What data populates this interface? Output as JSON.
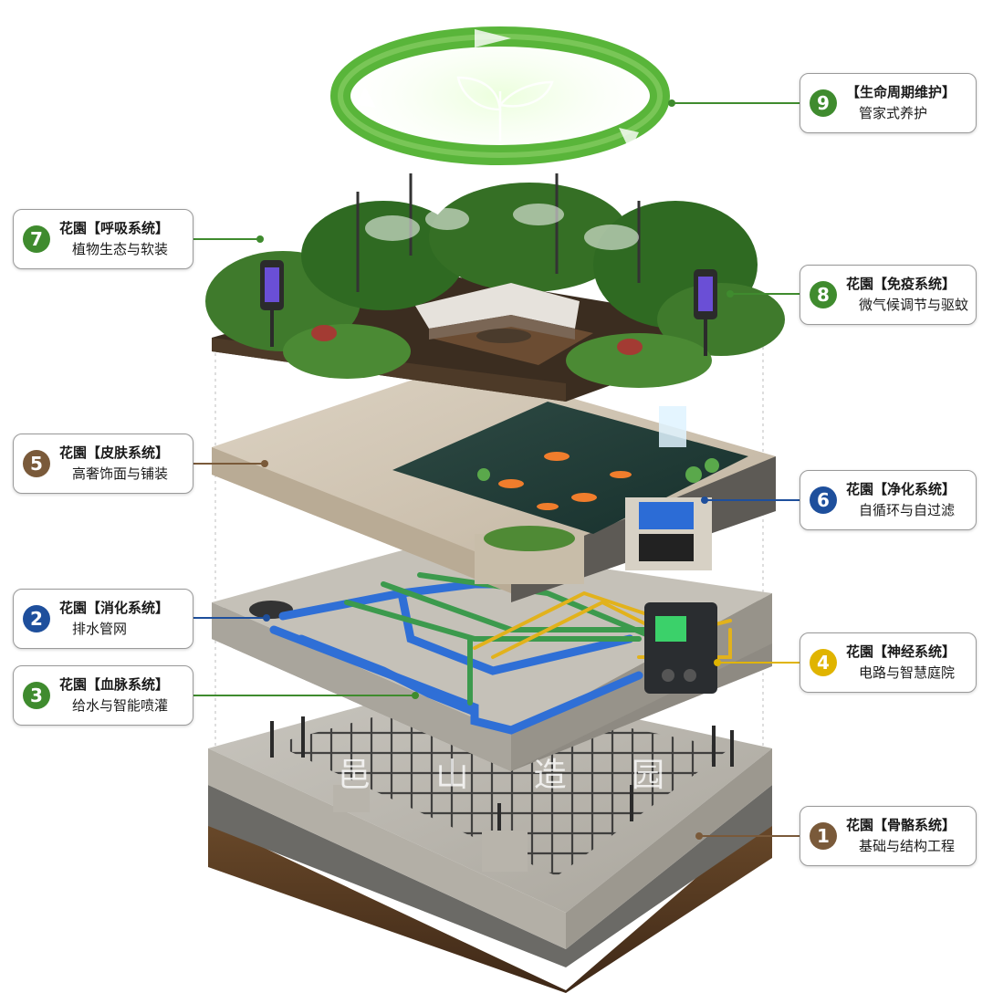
{
  "callouts": [
    {
      "num": "9",
      "title": "【生命周期维护】",
      "subtitle": "管家式养护",
      "color": "#3f8b2e"
    },
    {
      "num": "7",
      "title": "花園【呼吸系统】",
      "subtitle": "植物生态与软装",
      "color": "#3f8b2e"
    },
    {
      "num": "8",
      "title": "花園【免疫系统】",
      "subtitle": "微气候调节与驱蚊",
      "color": "#3f8b2e"
    },
    {
      "num": "5",
      "title": "花園【皮肤系统】",
      "subtitle": "高奢饰面与铺装",
      "color": "#7a5a3a"
    },
    {
      "num": "6",
      "title": "花園【净化系统】",
      "subtitle": "自循环与自过滤",
      "color": "#1e4f9c"
    },
    {
      "num": "2",
      "title": "花園【消化系统】",
      "subtitle": "排水管网",
      "color": "#1e4f9c"
    },
    {
      "num": "4",
      "title": "花園【神经系统】",
      "subtitle": "电路与智慧庭院",
      "color": "#e0b400"
    },
    {
      "num": "3",
      "title": "花園【血脉系统】",
      "subtitle": "给水与智能喷灌",
      "color": "#3f8b2e"
    },
    {
      "num": "1",
      "title": "花園【骨骼系统】",
      "subtitle": "基础与结构工程",
      "color": "#7a5a3a"
    }
  ],
  "watermark": [
    "邑",
    "山",
    "造",
    "园"
  ]
}
